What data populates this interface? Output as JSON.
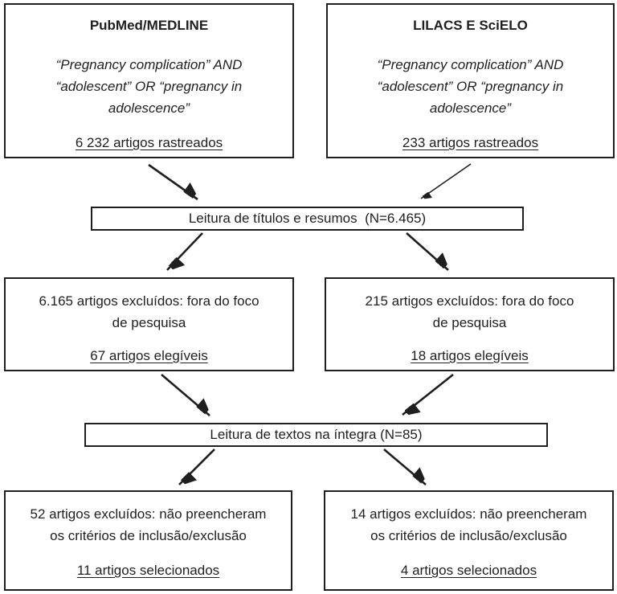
{
  "diagram": {
    "type": "flowchart",
    "colors": {
      "border": "#1f1f1f",
      "text": "#1f1f1f",
      "background": "#ffffff"
    },
    "sources": [
      {
        "title": "PubMed/MEDLINE",
        "query": "“Pregnancy complication” AND\n“adolescent” OR “pregnancy in\nadolescence”",
        "count": "6 232 artigos rastreados"
      },
      {
        "title": "LILACS E SciELO",
        "query": "“Pregnancy complication” AND\n“adolescent” OR “pregnancy in\nadolescence”",
        "count": "233 artigos rastreados"
      }
    ],
    "stage1": {
      "label": "Leitura de títulos e resumos  (N=6.465)"
    },
    "screening": [
      {
        "excluded": "6.165 artigos excluídos: fora do foco\nde pesquisa",
        "eligible": "67 artigos elegíveis"
      },
      {
        "excluded": "215 artigos excluídos: fora do foco\nde pesquisa",
        "eligible": "18 artigos elegíveis"
      }
    ],
    "stage2": {
      "label": "Leitura de textos na íntegra (N=85)"
    },
    "final": [
      {
        "excluded": "52 artigos excluídos: não preencheram\nos critérios de inclusão/exclusão",
        "selected": "11 artigos selecionados"
      },
      {
        "excluded": "14 artigos excluídos: não preencheram\nos critérios de inclusão/exclusão",
        "selected": "4 artigos selecionados"
      }
    ],
    "flow": [
      {
        "from": "pubmed-box",
        "to": "title-abstract-bar"
      },
      {
        "from": "lilacs-box",
        "to": "title-abstract-bar"
      },
      {
        "from": "title-abstract-bar",
        "to": "screening-left-box"
      },
      {
        "from": "title-abstract-bar",
        "to": "screening-right-box"
      },
      {
        "from": "screening-left-box",
        "to": "fulltext-bar"
      },
      {
        "from": "screening-right-box",
        "to": "fulltext-bar"
      },
      {
        "from": "fulltext-bar",
        "to": "final-left-box"
      },
      {
        "from": "fulltext-bar",
        "to": "final-right-box"
      }
    ]
  }
}
